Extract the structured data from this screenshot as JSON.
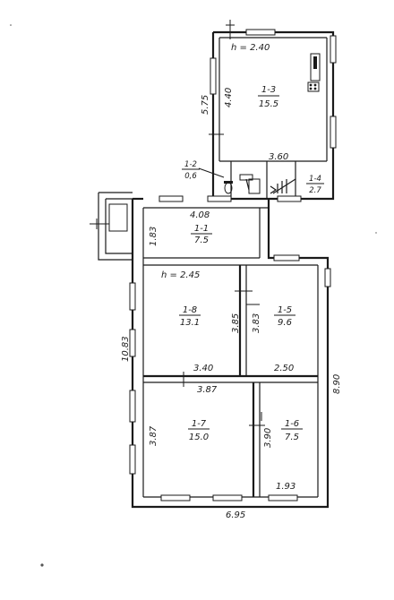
{
  "plan": {
    "rooms": [
      {
        "id": "1-3",
        "area": "15.5"
      },
      {
        "id": "1-1",
        "area": "7.5"
      },
      {
        "id": "1-8",
        "area": "13.1"
      },
      {
        "id": "1-5",
        "area": "9.6"
      },
      {
        "id": "1-7",
        "area": "15.0"
      },
      {
        "id": "1-6",
        "area": "7.5"
      },
      {
        "id": "1-2",
        "area": "0,6"
      },
      {
        "id": "1-4",
        "area": "2.7"
      }
    ],
    "heights": {
      "upper": "h = 2.40",
      "main": "h = 2.45"
    },
    "dimensions": {
      "upper_right_width": "3.60",
      "upper_height": "4.40",
      "upper_outer": "5.75",
      "hall_width": "4.08",
      "hall_height": "1.83",
      "room8_height": "3.85",
      "room5_height": "3.83",
      "room8_width": "3.40",
      "room5_width": "2.50",
      "room7_width": "3.87",
      "room7_height": "3.87",
      "room6_height": "3.90",
      "room6_width": "1.93",
      "total_left": "10.83",
      "total_bottom": "6.95",
      "total_right": "8.90"
    }
  }
}
